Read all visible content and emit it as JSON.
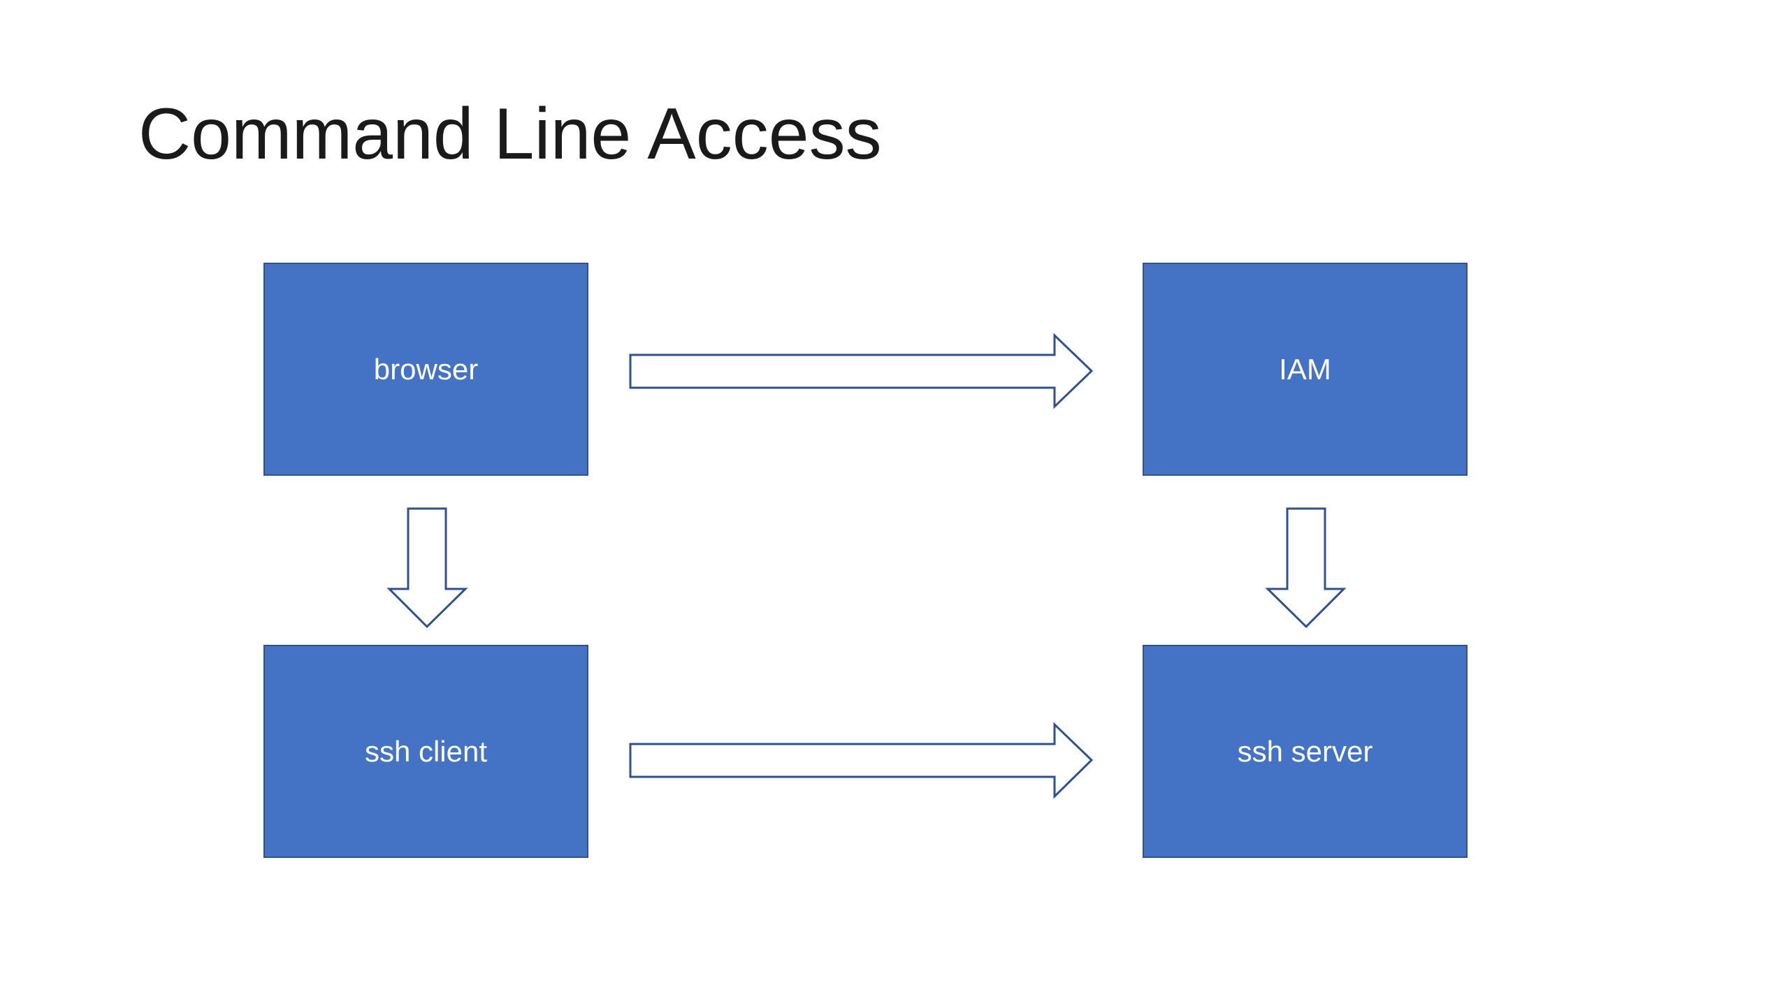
{
  "slide": {
    "title": "Command Line Access"
  },
  "nodes": [
    {
      "id": "browser",
      "label": "browser"
    },
    {
      "id": "iam",
      "label": "IAM"
    },
    {
      "id": "ssh-client",
      "label": "ssh client"
    },
    {
      "id": "ssh-server",
      "label": "ssh server"
    }
  ],
  "edges": [
    {
      "from": "browser",
      "to": "IAM"
    },
    {
      "from": "browser",
      "to": "ssh client"
    },
    {
      "from": "IAM",
      "to": "ssh server"
    },
    {
      "from": "ssh client",
      "to": "ssh server"
    }
  ],
  "colors": {
    "box_fill": "#4472C4",
    "box_border": "#2F528F",
    "arrow_fill": "#ffffff",
    "arrow_stroke": "#2F528F",
    "label_text": "#ffffff",
    "title_text": "#1a1a1a"
  },
  "icons": {
    "arrow_right": "block-arrow-right-icon",
    "arrow_down": "block-arrow-down-icon"
  }
}
